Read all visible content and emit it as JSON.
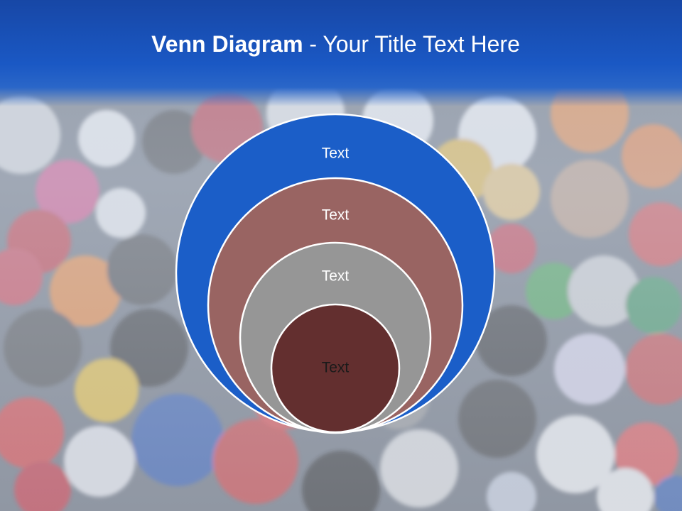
{
  "slide": {
    "title_bold": "Venn Diagram",
    "title_rest": " - Your Title Text Here",
    "colors": {
      "header": "#1a58c4",
      "title_text": "#ffffff"
    },
    "background_image": "colorful-buttons-photo"
  },
  "diagram": {
    "type": "nested-circles",
    "circles": [
      {
        "label": "Text",
        "fill": "#1b5ec8",
        "text_color": "#ffffff"
      },
      {
        "label": "Text",
        "fill": "#996462",
        "text_color": "#ffffff"
      },
      {
        "label": "Text",
        "fill": "#969696",
        "text_color": "#ffffff"
      },
      {
        "label": "Text",
        "fill": "#632f2f",
        "text_color": "#1a1a1a"
      }
    ]
  }
}
